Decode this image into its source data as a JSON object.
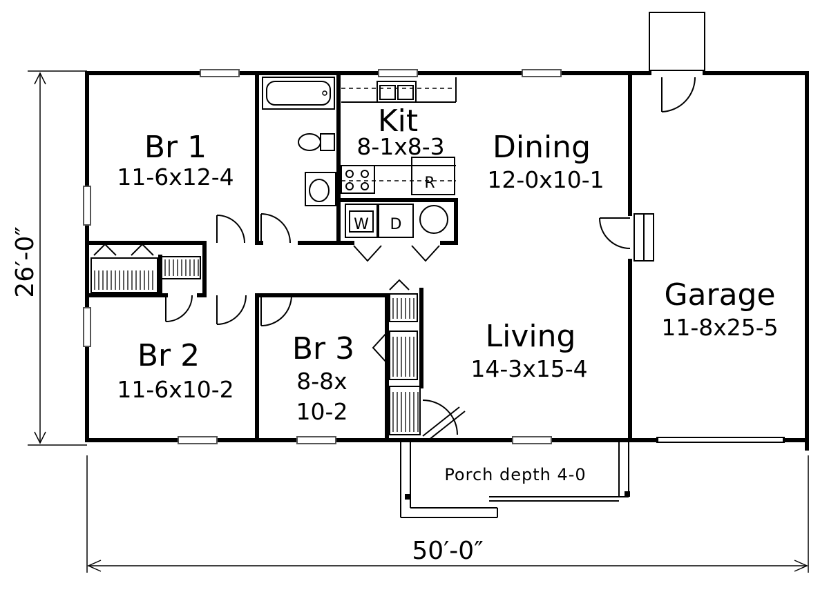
{
  "rooms": {
    "br1": {
      "name": "Br 1",
      "dims": "11-6x12-4"
    },
    "br2": {
      "name": "Br 2",
      "dims": "11-6x10-2"
    },
    "br3": {
      "name": "Br 3",
      "dims_line1": "8-8x",
      "dims_line2": "10-2"
    },
    "kit": {
      "name": "Kit",
      "dims": "8-1x8-3"
    },
    "dining": {
      "name": "Dining",
      "dims": "12-0x10-1"
    },
    "living": {
      "name": "Living",
      "dims": "14-3x15-4"
    },
    "garage": {
      "name": "Garage",
      "dims": "11-8x25-5"
    }
  },
  "porch": {
    "label": "Porch depth 4-0"
  },
  "appliances": {
    "washer": "W",
    "dryer": "D",
    "refrigerator": "R"
  },
  "dimensions": {
    "overall_width": "50′-0″",
    "overall_depth": "26′-0″"
  }
}
